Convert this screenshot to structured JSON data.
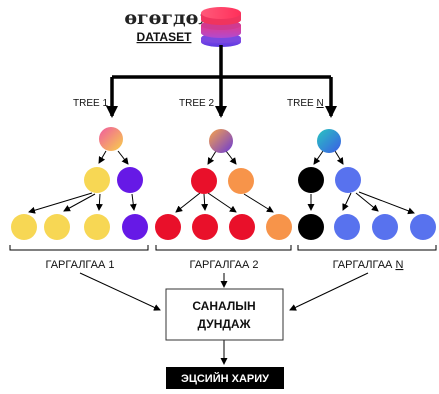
{
  "dataset": {
    "title": "өгөгдөл",
    "label": "DATASET"
  },
  "trees": [
    {
      "label": "TREE 1",
      "result": "ГАРГАЛГАА 1",
      "root_color": "gradient-pink-yellow",
      "children": [
        "#f7d754",
        "#6619e6"
      ],
      "leaves": [
        "#f7d754",
        "#f7d754",
        "#f7d754",
        "#6619e6"
      ]
    },
    {
      "label": "TREE 2",
      "result": "ГАРГАЛГАА 2",
      "root_color": "gradient-orange-purple",
      "children": [
        "#e9102a",
        "#f7944a"
      ],
      "leaves": [
        "#e9102a",
        "#e9102a",
        "#e9102a",
        "#f7944a"
      ]
    },
    {
      "label_prefix": "TREE ",
      "label_suffix": "N",
      "result_prefix": "ГАРГАЛГАА ",
      "result_suffix": "N",
      "root_color": "gradient-teal-blue",
      "children": [
        "#000000",
        "#5872ee"
      ],
      "leaves": [
        "#000000",
        "#5872ee",
        "#5872ee",
        "#5872ee"
      ]
    }
  ],
  "vote_box": {
    "line1": "САНАЛЫН",
    "line2": "ДУНДАЖ"
  },
  "final": {
    "label": "ЭЦСИЙН ХАРИУ"
  },
  "colors": {
    "arrow": "#000000",
    "final_bg": "#000000",
    "final_text": "#ffffff",
    "box_border": "#333333"
  }
}
